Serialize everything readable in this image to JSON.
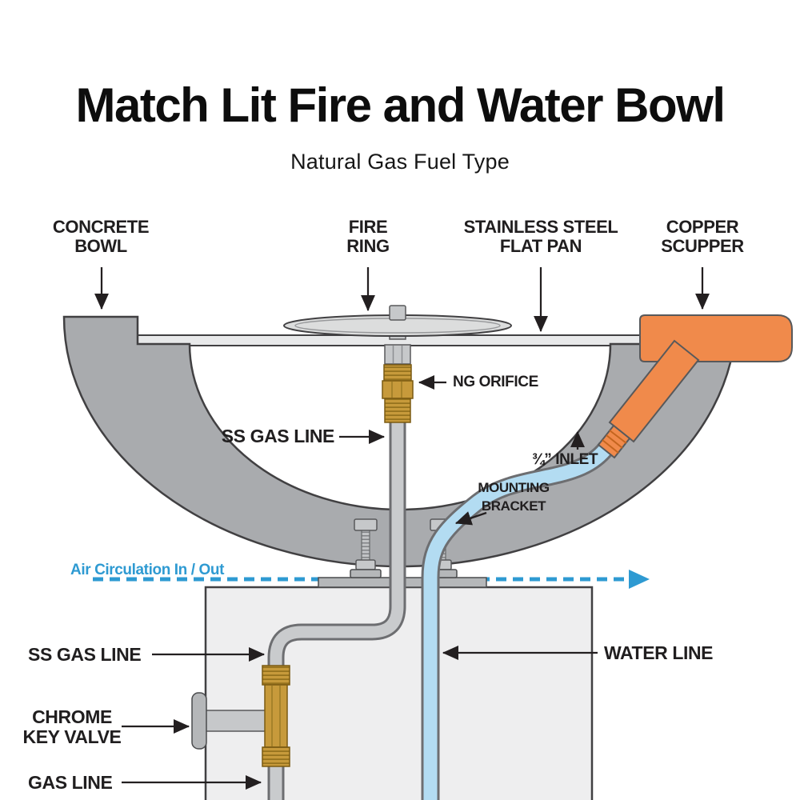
{
  "header": {
    "title": "Match Lit Fire and Water Bowl",
    "subtitle": "Natural Gas Fuel Type"
  },
  "labels": {
    "concrete_bowl": {
      "line1": "CONCRETE",
      "line2": "BOWL"
    },
    "fire_ring": {
      "line1": "FIRE",
      "line2": "RING"
    },
    "flat_pan": {
      "line1": "STAINLESS STEEL",
      "line2": "FLAT PAN"
    },
    "copper_scupper": {
      "line1": "COPPER",
      "line2": "SCUPPER"
    },
    "ng_orifice": {
      "text": "NG ORIFICE"
    },
    "ss_gas_line_upper": {
      "text": "SS GAS LINE"
    },
    "inlet": {
      "text": "¾” INLET"
    },
    "mounting_bracket": {
      "line1": "MOUNTING",
      "line2": "BRACKET"
    },
    "air_circulation": {
      "text": "Air Circulation In / Out"
    },
    "ss_gas_line_lower": {
      "text": "SS GAS LINE"
    },
    "water_line": {
      "text": "WATER LINE"
    },
    "chrome_key_valve": {
      "line1": "CHROME",
      "line2": "KEY VALVE"
    },
    "gas_line": {
      "text": "GAS LINE"
    }
  },
  "colors": {
    "bowl_gray": "#a9abae",
    "pan_gray": "#e8e9ea",
    "copper_orange": "#f08a4b",
    "water_blue": "#b3dcf2",
    "brass_gold": "#c79a3b",
    "air_blue": "#2e9ad2",
    "label_dark": "#231f20"
  }
}
